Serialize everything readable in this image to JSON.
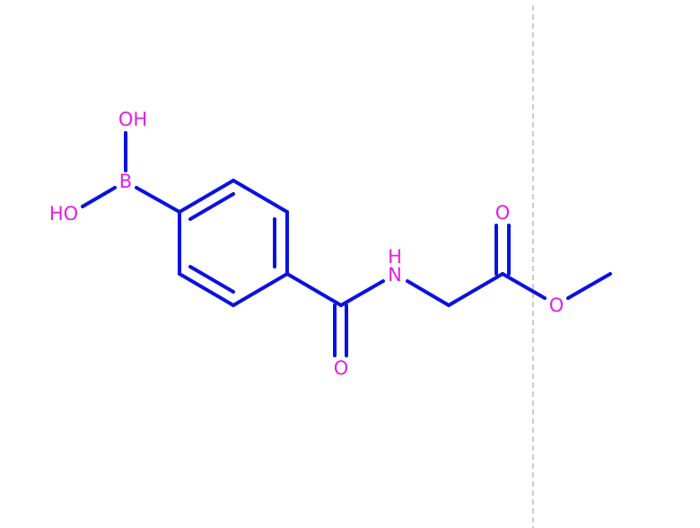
{
  "colors": {
    "bond": "#0a12e0",
    "heteroatom": "#e61ee6",
    "divider": "#9a9a9a",
    "background": "#ffffff"
  },
  "molecule": {
    "atoms": {
      "oh_top": "OH",
      "boron": "B",
      "ho_left": "HO",
      "nh_h": "H",
      "nh_n": "N",
      "amide_o": "O",
      "ester_carbonyl_o": "O",
      "ester_o": "O"
    }
  }
}
